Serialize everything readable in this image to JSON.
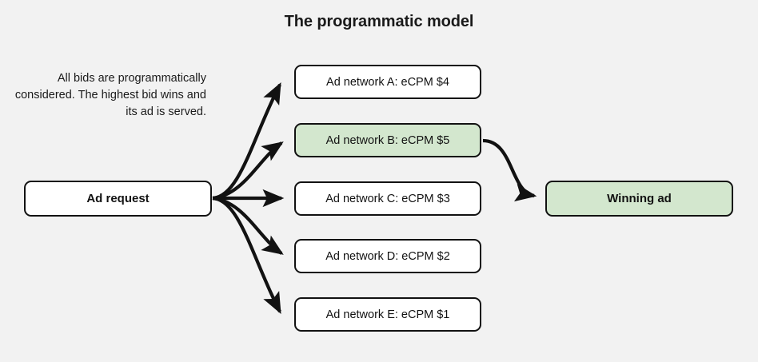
{
  "title": "The programmatic model",
  "note": "All bids are programmatically considered. The highest bid wins and its ad is served.",
  "colors": {
    "background": "#f2f2f2",
    "stroke": "#121212",
    "node_fill": "#ffffff",
    "highlight_fill": "#d3e7ce",
    "text": "#1a1a1a"
  },
  "nodes": {
    "ad_request": {
      "label": "Ad request"
    },
    "winning_ad": {
      "label": "Winning ad"
    },
    "networks": [
      {
        "label": "Ad network A: eCPM $4",
        "name": "Ad network A",
        "ecpm": "$4",
        "highlighted": false
      },
      {
        "label": "Ad network B: eCPM $5",
        "name": "Ad network B",
        "ecpm": "$5",
        "highlighted": true
      },
      {
        "label": "Ad network C: eCPM $3",
        "name": "Ad network C",
        "ecpm": "$3",
        "highlighted": false
      },
      {
        "label": "Ad network D: eCPM $2",
        "name": "Ad network D",
        "ecpm": "$2",
        "highlighted": false
      },
      {
        "label": "Ad network E: eCPM $1",
        "name": "Ad network E",
        "ecpm": "$1",
        "highlighted": false
      }
    ]
  },
  "edges": [
    {
      "from": "Ad request",
      "to": "Ad network A: eCPM $4"
    },
    {
      "from": "Ad request",
      "to": "Ad network B: eCPM $5"
    },
    {
      "from": "Ad request",
      "to": "Ad network C: eCPM $3"
    },
    {
      "from": "Ad request",
      "to": "Ad network D: eCPM $2"
    },
    {
      "from": "Ad request",
      "to": "Ad network E: eCPM $1"
    },
    {
      "from": "Ad network B: eCPM $5",
      "to": "Winning ad"
    }
  ]
}
